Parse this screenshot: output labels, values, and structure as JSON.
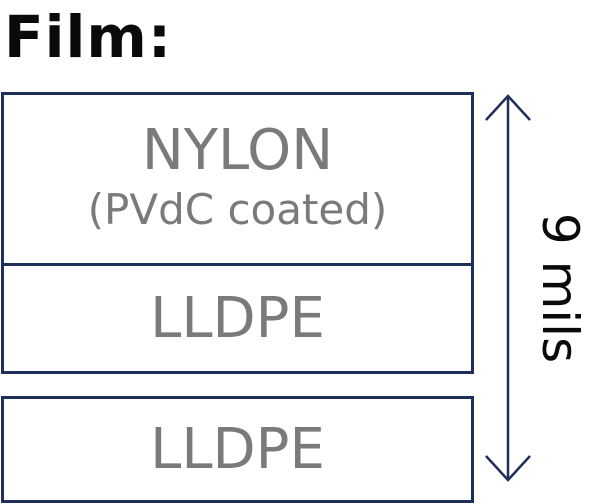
{
  "title": "Film:",
  "layers": [
    {
      "name": "NYLON",
      "note": "(PVdC coated)"
    },
    {
      "name": "LLDPE"
    },
    {
      "name": "LLDPE"
    }
  ],
  "thickness_label": "9 mils",
  "colors": {
    "border": "#1f2f5c",
    "layer_text": "#7a7a7a",
    "title_text": "#0a0a0a"
  }
}
